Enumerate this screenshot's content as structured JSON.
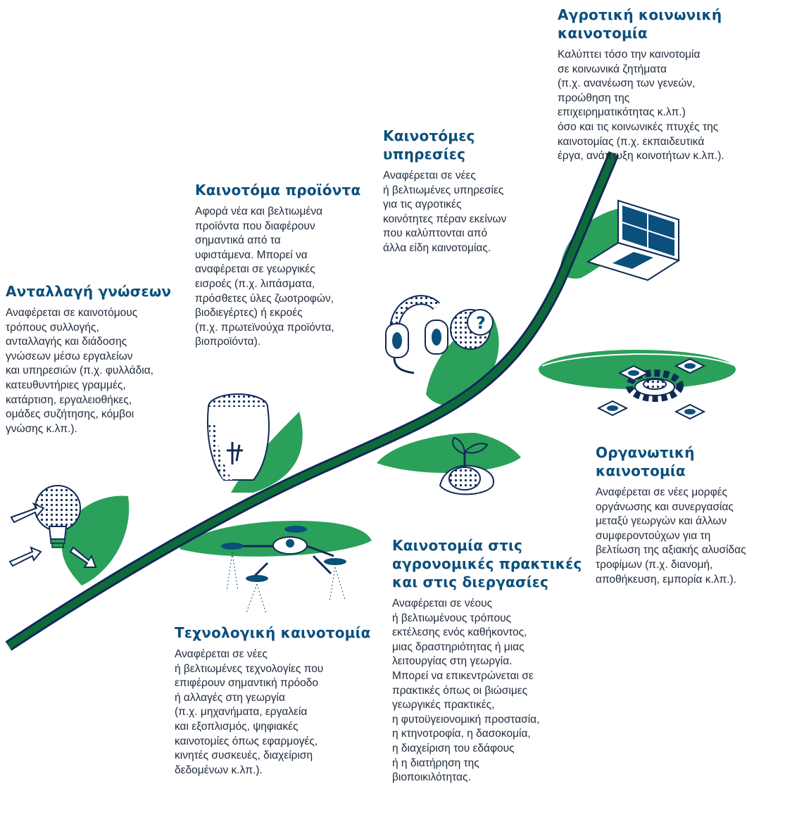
{
  "colors": {
    "heading": "#0b4f7d",
    "text": "#1f2a3a",
    "leaf_green": "#2aa05a",
    "stem_dark_green": "#0d6b3a",
    "outline_navy": "#102a56"
  },
  "blocks": [
    {
      "id": "knowledge-exchange",
      "icon": "light-bulb-icon",
      "title": [
        "Ανταλλαγή γνώσεων"
      ],
      "lines": [
        "Αναφέρεται σε καινοτόμους",
        "τρόπους συλλογής,",
        "ανταλλαγής και διάδοσης",
        "γνώσεων μέσω εργαλείων",
        "και υπηρεσιών (π.χ. φυλλάδια,",
        "κατευθυντήριες γραμμές,",
        "κατάρτιση, εργαλειοθήκες,",
        "ομάδες συζήτησης, κόμβοι",
        "γνώσης κ.λπ.)."
      ]
    },
    {
      "id": "innovative-products",
      "icon": "seed-bag-icon",
      "title": [
        "Καινοτόμα προϊόντα"
      ],
      "lines": [
        "Αφορά νέα και βελτιωμένα",
        "προϊόντα που διαφέρουν",
        "σημαντικά από τα",
        "υφιστάμενα. Μπορεί να",
        "αναφέρεται σε γεωργικές",
        "εισροές (π.χ. λιπάσματα,",
        "πρόσθετες ύλες ζωοτροφών,",
        "βιοδιεγέρτες) ή εκροές",
        "(π.χ. πρωτεϊνούχα προϊόντα,",
        "βιοπροϊόντα)."
      ]
    },
    {
      "id": "innovative-services",
      "icon": "headset-icon",
      "title": [
        "Καινοτόμες",
        "υπηρεσίες"
      ],
      "lines": [
        "Αναφέρεται σε νέες",
        "ή βελτιωμένες υπηρεσίες",
        "για τις αγροτικές",
        "κοινότητες πέραν εκείνων",
        "που καλύπτονται από",
        "άλλα είδη καινοτομίας."
      ]
    },
    {
      "id": "rural-social-innovation",
      "icon": "laptop-video-call-icon",
      "title": [
        "Αγροτική κοινωνική",
        "καινοτομία"
      ],
      "lines": [
        "Καλύπτει τόσο την καινοτομία",
        "σε κοινωνικά ζητήματα",
        "(π.χ. ανανέωση των γενεών,",
        "προώθηση της",
        "επιχειρηματικότητας κ.λπ.)",
        "όσο και τις κοινωνικές πτυχές της",
        "καινοτομίας (π.χ. εκπαιδευτικά",
        "έργα, ανάπτυξη κοινοτήτων κ.λπ.)."
      ]
    },
    {
      "id": "organisational-innovation",
      "icon": "gear-network-icon",
      "title": [
        "Οργανωτική",
        "καινοτομία"
      ],
      "lines": [
        "Αναφέρεται σε νέες μορφές",
        "οργάνωσης και συνεργασίας",
        "μεταξύ γεωργών και άλλων",
        "συμφεροντούχων για τη",
        "βελτίωση της αξιακής αλυσίδας",
        "τροφίμων (π.χ. διανομή,",
        "αποθήκευση, εμπορία κ.λπ.)."
      ]
    },
    {
      "id": "agronomic-practices",
      "icon": "hand-seedling-icon",
      "title": [
        "Καινοτομία στις",
        "αγρονομικές πρακτικές",
        "και στις διεργασίες"
      ],
      "lines": [
        "Αναφέρεται σε νέους",
        "ή βελτιωμένους τρόπους",
        "εκτέλεσης ενός καθήκοντος,",
        "μιας δραστηριότητας ή μιας",
        "λειτουργίας στη γεωργία.",
        "Μπορεί να επικεντρώνεται σε",
        "πρακτικές όπως οι βιώσιμες",
        "γεωργικές πρακτικές,",
        "η φυτοϋγειονομική προστασία,",
        "η κτηνοτροφία, η δασοκομία,",
        "η διαχείριση του εδάφους",
        "ή η διατήρηση της",
        "βιοποικιλότητας."
      ]
    },
    {
      "id": "technological-innovation",
      "icon": "drone-icon",
      "title": [
        "Τεχνολογική καινοτομία"
      ],
      "lines": [
        "Αναφέρεται σε νέες",
        "ή βελτιωμένες τεχνολογίες που",
        "επιφέρουν σημαντική πρόοδο",
        "ή αλλαγές στη γεωργία",
        "(π.χ. μηχανήματα, εργαλεία",
        "και εξοπλισμός, ψηφιακές",
        "καινοτομίες όπως εφαρμογές,",
        "κινητές συσκευές, διαχείριση",
        "δεδομένων κ.λπ.)."
      ]
    }
  ]
}
